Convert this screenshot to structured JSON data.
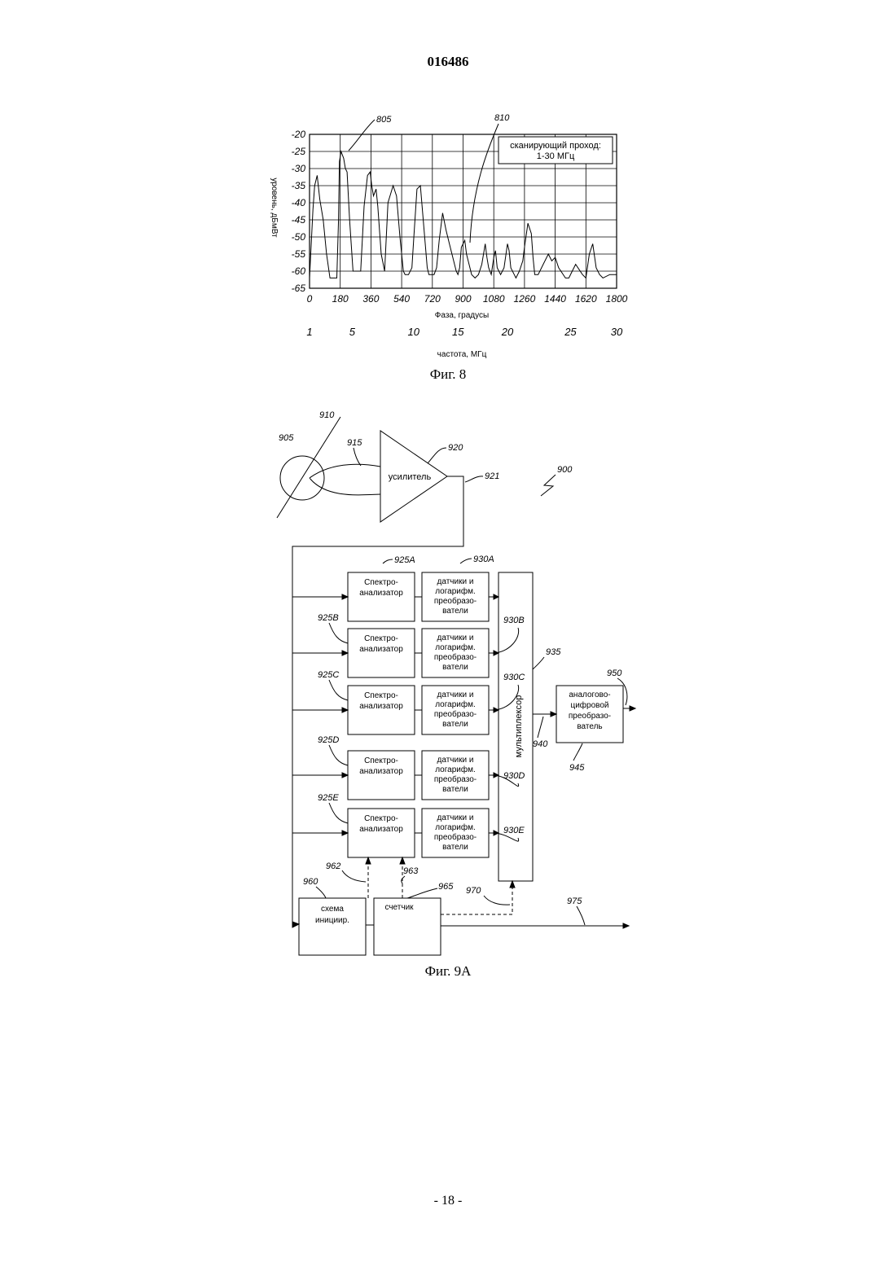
{
  "header": {
    "doc_number": "016486"
  },
  "footer": {
    "page_number": "- 18 -"
  },
  "figure8": {
    "caption": "Фиг. 8",
    "ref_805": "805",
    "ref_810": "810",
    "legend_line1": "сканирующий проход:",
    "legend_line2": "1-30 МГц",
    "ylabel": "уровень, дБмВт",
    "xlabel": "Фаза, градусы",
    "x2label": "частота, МГц"
  },
  "chart_data": {
    "type": "line",
    "title": "",
    "xlabel": "Фаза, градусы",
    "ylabel": "уровень, дБмВт",
    "xlim": [
      0,
      1800
    ],
    "ylim": [
      -65,
      -20
    ],
    "x_ticks": [
      0,
      180,
      360,
      540,
      720,
      900,
      1080,
      1260,
      1440,
      1620,
      1800
    ],
    "y_ticks": [
      -20,
      -25,
      -30,
      -35,
      -40,
      -45,
      -50,
      -55,
      -60,
      -65
    ],
    "secondary_x_label": "частота, МГц",
    "secondary_x_ticks": [
      {
        "label": "1",
        "phase": 0
      },
      {
        "label": "5",
        "phase": 250
      },
      {
        "label": "10",
        "phase": 610
      },
      {
        "label": "15",
        "phase": 870
      },
      {
        "label": "20",
        "phase": 1160
      },
      {
        "label": "25",
        "phase": 1530
      },
      {
        "label": "30",
        "phase": 1800
      }
    ],
    "legend": {
      "text": [
        "сканирующий проход:",
        "1-30 МГц"
      ],
      "placement": "top-right"
    },
    "grid": true,
    "series": [
      {
        "x": [
          0,
          20,
          30,
          45,
          60,
          80,
          100,
          120,
          140,
          160,
          170,
          175,
          185,
          200,
          210,
          220,
          235,
          255,
          270,
          300,
          320,
          340,
          355,
          365,
          375,
          390,
          400,
          420,
          440,
          460,
          490,
          510,
          530,
          550,
          560,
          570,
          580,
          600,
          610,
          630,
          650,
          670,
          690,
          700,
          710,
          730,
          745,
          760,
          780,
          800,
          820,
          860,
          870,
          880,
          890,
          910,
          920,
          930,
          940,
          950,
          970,
          990,
          1010,
          1030,
          1040,
          1050,
          1065,
          1080,
          1090,
          1100,
          1120,
          1140,
          1160,
          1170,
          1180,
          1200,
          1210,
          1230,
          1250,
          1260,
          1280,
          1300,
          1310,
          1320,
          1340,
          1370,
          1400,
          1420,
          1440,
          1460,
          1500,
          1520,
          1540,
          1560,
          1600,
          1620,
          1640,
          1660,
          1680,
          1700,
          1720,
          1760,
          1800
        ],
        "y": [
          -62,
          -42,
          -35,
          -32,
          -39,
          -45,
          -55,
          -62,
          -62,
          -62,
          -45,
          -28,
          -25,
          -27,
          -30,
          -31,
          -45,
          -60,
          -60,
          -60,
          -41,
          -32,
          -31,
          -35,
          -38,
          -36,
          -41,
          -55,
          -60,
          -40,
          -35,
          -38,
          -50,
          -60,
          -61,
          -61,
          -61,
          -59,
          -51,
          -36,
          -35,
          -47,
          -59,
          -61,
          -61,
          -61,
          -59,
          -51,
          -43,
          -48,
          -52,
          -60,
          -61,
          -59,
          -53,
          -51,
          -55,
          -57,
          -59,
          -61,
          -62,
          -61,
          -58,
          -52,
          -56,
          -59,
          -61,
          -56,
          -54,
          -59,
          -61,
          -59,
          -52,
          -54,
          -59,
          -61,
          -62,
          -60,
          -57,
          -53,
          -46,
          -49,
          -56,
          -61,
          -61,
          -58,
          -55,
          -57,
          -56,
          -59,
          -62,
          -62,
          -60,
          -58,
          -61,
          -62,
          -55,
          -52,
          -59,
          -61,
          -62,
          -61,
          -61
        ]
      }
    ]
  },
  "figure9a": {
    "caption": "Фиг. 9А",
    "amplifier_label": "усилитель",
    "ref_900": "900",
    "ref_905": "905",
    "ref_910": "910",
    "ref_915": "915",
    "ref_920": "920",
    "ref_921": "921",
    "ref_925A": "925A",
    "ref_925B": "925B",
    "ref_925C": "925C",
    "ref_925D": "925D",
    "ref_925E": "925E",
    "ref_930A": "930A",
    "ref_930B": "930B",
    "ref_930C": "930C",
    "ref_930D": "930D",
    "ref_930E": "930E",
    "ref_935": "935",
    "ref_940": "940",
    "ref_945": "945",
    "ref_950": "950",
    "ref_960": "960",
    "ref_962": "962",
    "ref_963": "963",
    "ref_965": "965",
    "ref_970": "970",
    "ref_975": "975",
    "spectrum_line1": "Спектро-",
    "spectrum_line2": "анализатор",
    "sensor_line1": "датчики и",
    "sensor_line2": "логарифм.",
    "sensor_line3": "преобразо-",
    "sensor_line4": "ватели",
    "mux_label": "мультиплексор",
    "adc_line1": "аналогово-",
    "adc_line2": "цифровой",
    "adc_line3": "преобразо-",
    "adc_line4": "ватель",
    "init_line1": "схема",
    "init_line2": "иницииp.",
    "counter_label": "счетчик"
  }
}
